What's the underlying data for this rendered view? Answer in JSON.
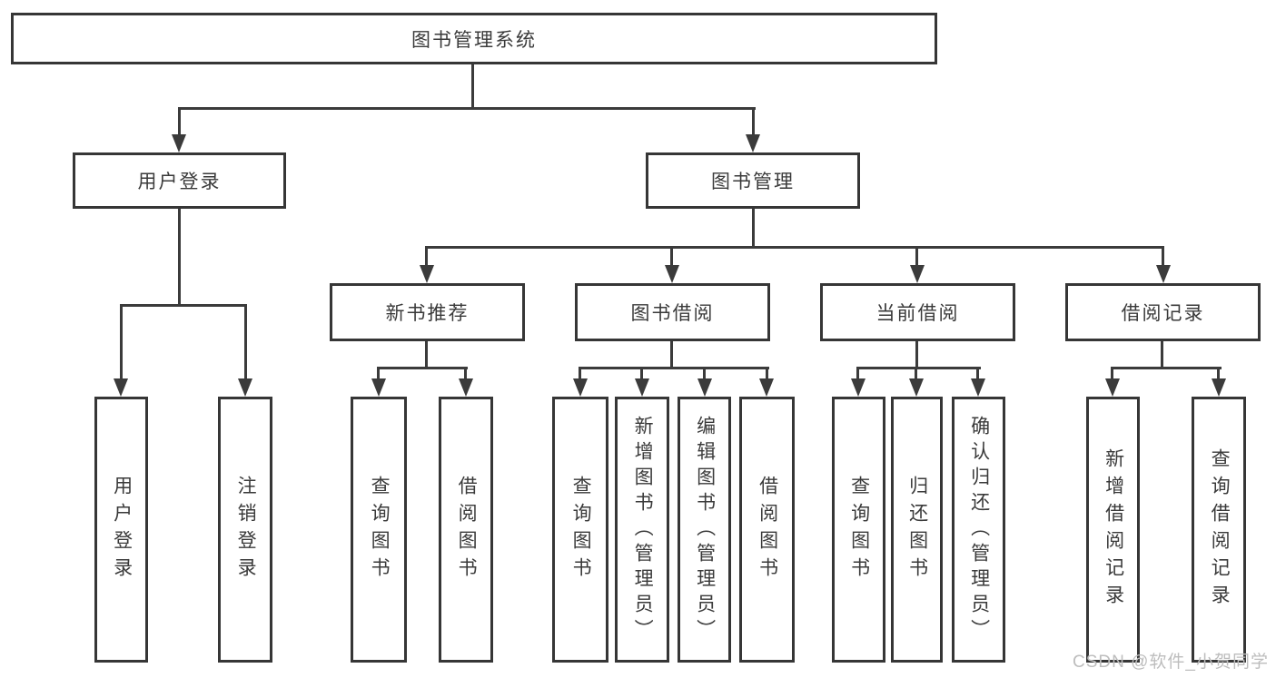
{
  "tree": {
    "root": {
      "label": "图书管理系统"
    },
    "branches": [
      {
        "label": "用户登录",
        "children": [
          "用户登录",
          "注销登录"
        ]
      },
      {
        "label": "图书管理",
        "children": [
          {
            "label": "新书推荐",
            "children": [
              "查询图书",
              "借阅图书"
            ]
          },
          {
            "label": "图书借阅",
            "children": [
              "查询图书",
              "新增图书（管理员）",
              "编辑图书（管理员）",
              "借阅图书"
            ]
          },
          {
            "label": "当前借阅",
            "children": [
              "查询图书",
              "归还图书",
              "确认归还（管理员）"
            ]
          },
          {
            "label": "借阅记录",
            "children": [
              "新增借阅记录",
              "查询借阅记录"
            ]
          }
        ]
      }
    ]
  },
  "watermark": {
    "text": "CSDN @软件_小贺同学"
  },
  "colors": {
    "line": "#3b3b3b",
    "box_border": "#363636",
    "text": "#3a3a3a",
    "background": "#ffffff",
    "watermark": "#bdbdbd"
  }
}
